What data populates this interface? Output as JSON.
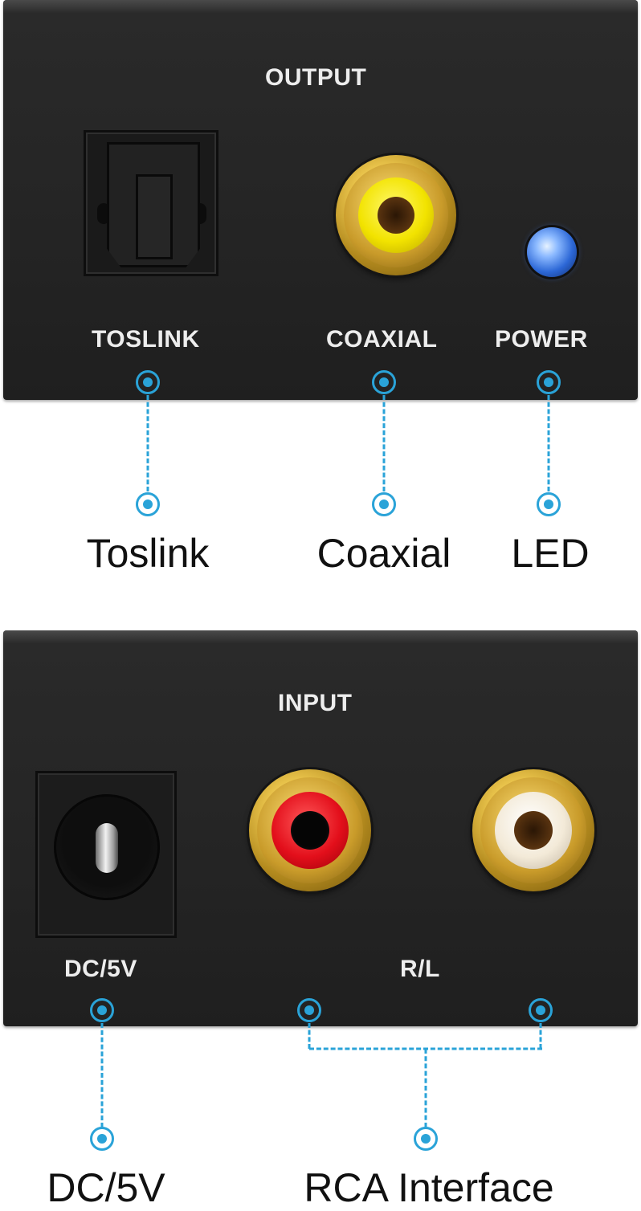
{
  "output_panel": {
    "title": "OUTPUT",
    "toslink_label": "TOSLINK",
    "coaxial_label": "COAXIAL",
    "power_label": "POWER"
  },
  "input_panel": {
    "title": "INPUT",
    "dc_label": "DC/5V",
    "rl_label": "R/L"
  },
  "captions": {
    "toslink": "Toslink",
    "coaxial": "Coaxial",
    "led": "LED",
    "dc": "DC/5V",
    "rca": "RCA Interface"
  },
  "colors": {
    "callout": "#2aa3d8",
    "panel": "#242424",
    "coax_insert": "#f2e300",
    "right_insert": "#e30f1b",
    "left_insert": "#f3ead8",
    "led": "#2c67d6"
  }
}
